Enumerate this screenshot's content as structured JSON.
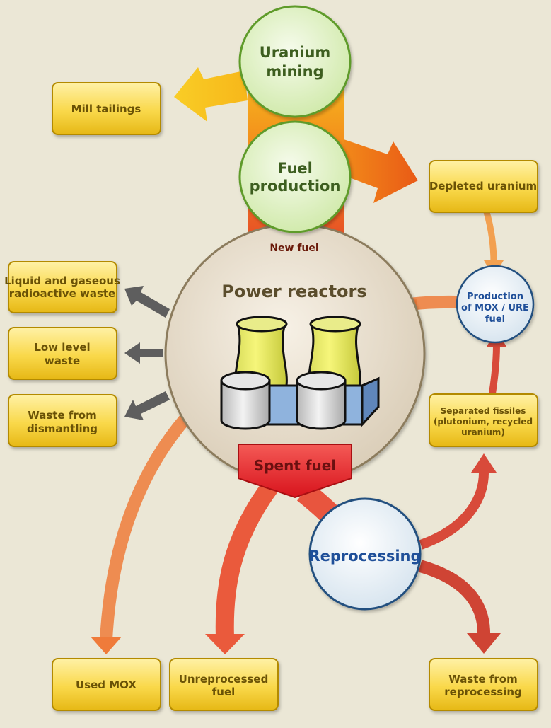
{
  "stages": {
    "mining": [
      "Uranium",
      "mining"
    ],
    "fuel_production": [
      "Fuel",
      "production"
    ],
    "power_reactors": "Power reactors",
    "reprocessing": "Reprocessing",
    "mox_production": [
      "Production",
      "of MOX / URE",
      "fuel"
    ]
  },
  "flows": {
    "new_fuel": "New fuel",
    "spent_fuel": "Spent fuel"
  },
  "outputs": {
    "mill_tailings": [
      "Mill tailings"
    ],
    "depleted_uranium": [
      "Depleted uranium"
    ],
    "liquid_gaseous": [
      "Liquid and gaseous",
      "radioactive waste"
    ],
    "low_level": [
      "Low level",
      "waste"
    ],
    "dismantling": [
      "Waste from",
      "dismantling"
    ],
    "separated_fissiles": [
      "Separated fissiles",
      "(plutonium, recycled",
      "uranium)"
    ],
    "used_mox": [
      "Used MOX"
    ],
    "unreprocessed": [
      "Unreprocessed",
      "fuel"
    ],
    "waste_reprocessing": [
      "Waste from",
      "reprocessing"
    ]
  },
  "colors": {
    "background": "#ebe7d6",
    "box_fill": "#f7d53e",
    "box_border": "#b38a00",
    "green_circle": "#dff2c4",
    "green_border": "#5f9b2c",
    "blue_circle": "#e6eef5",
    "blue_border": "#24507f",
    "red_arrow": "#e03030",
    "orange_arrow": "#ef7b2a",
    "gray_arrow": "#5e5e5e"
  }
}
